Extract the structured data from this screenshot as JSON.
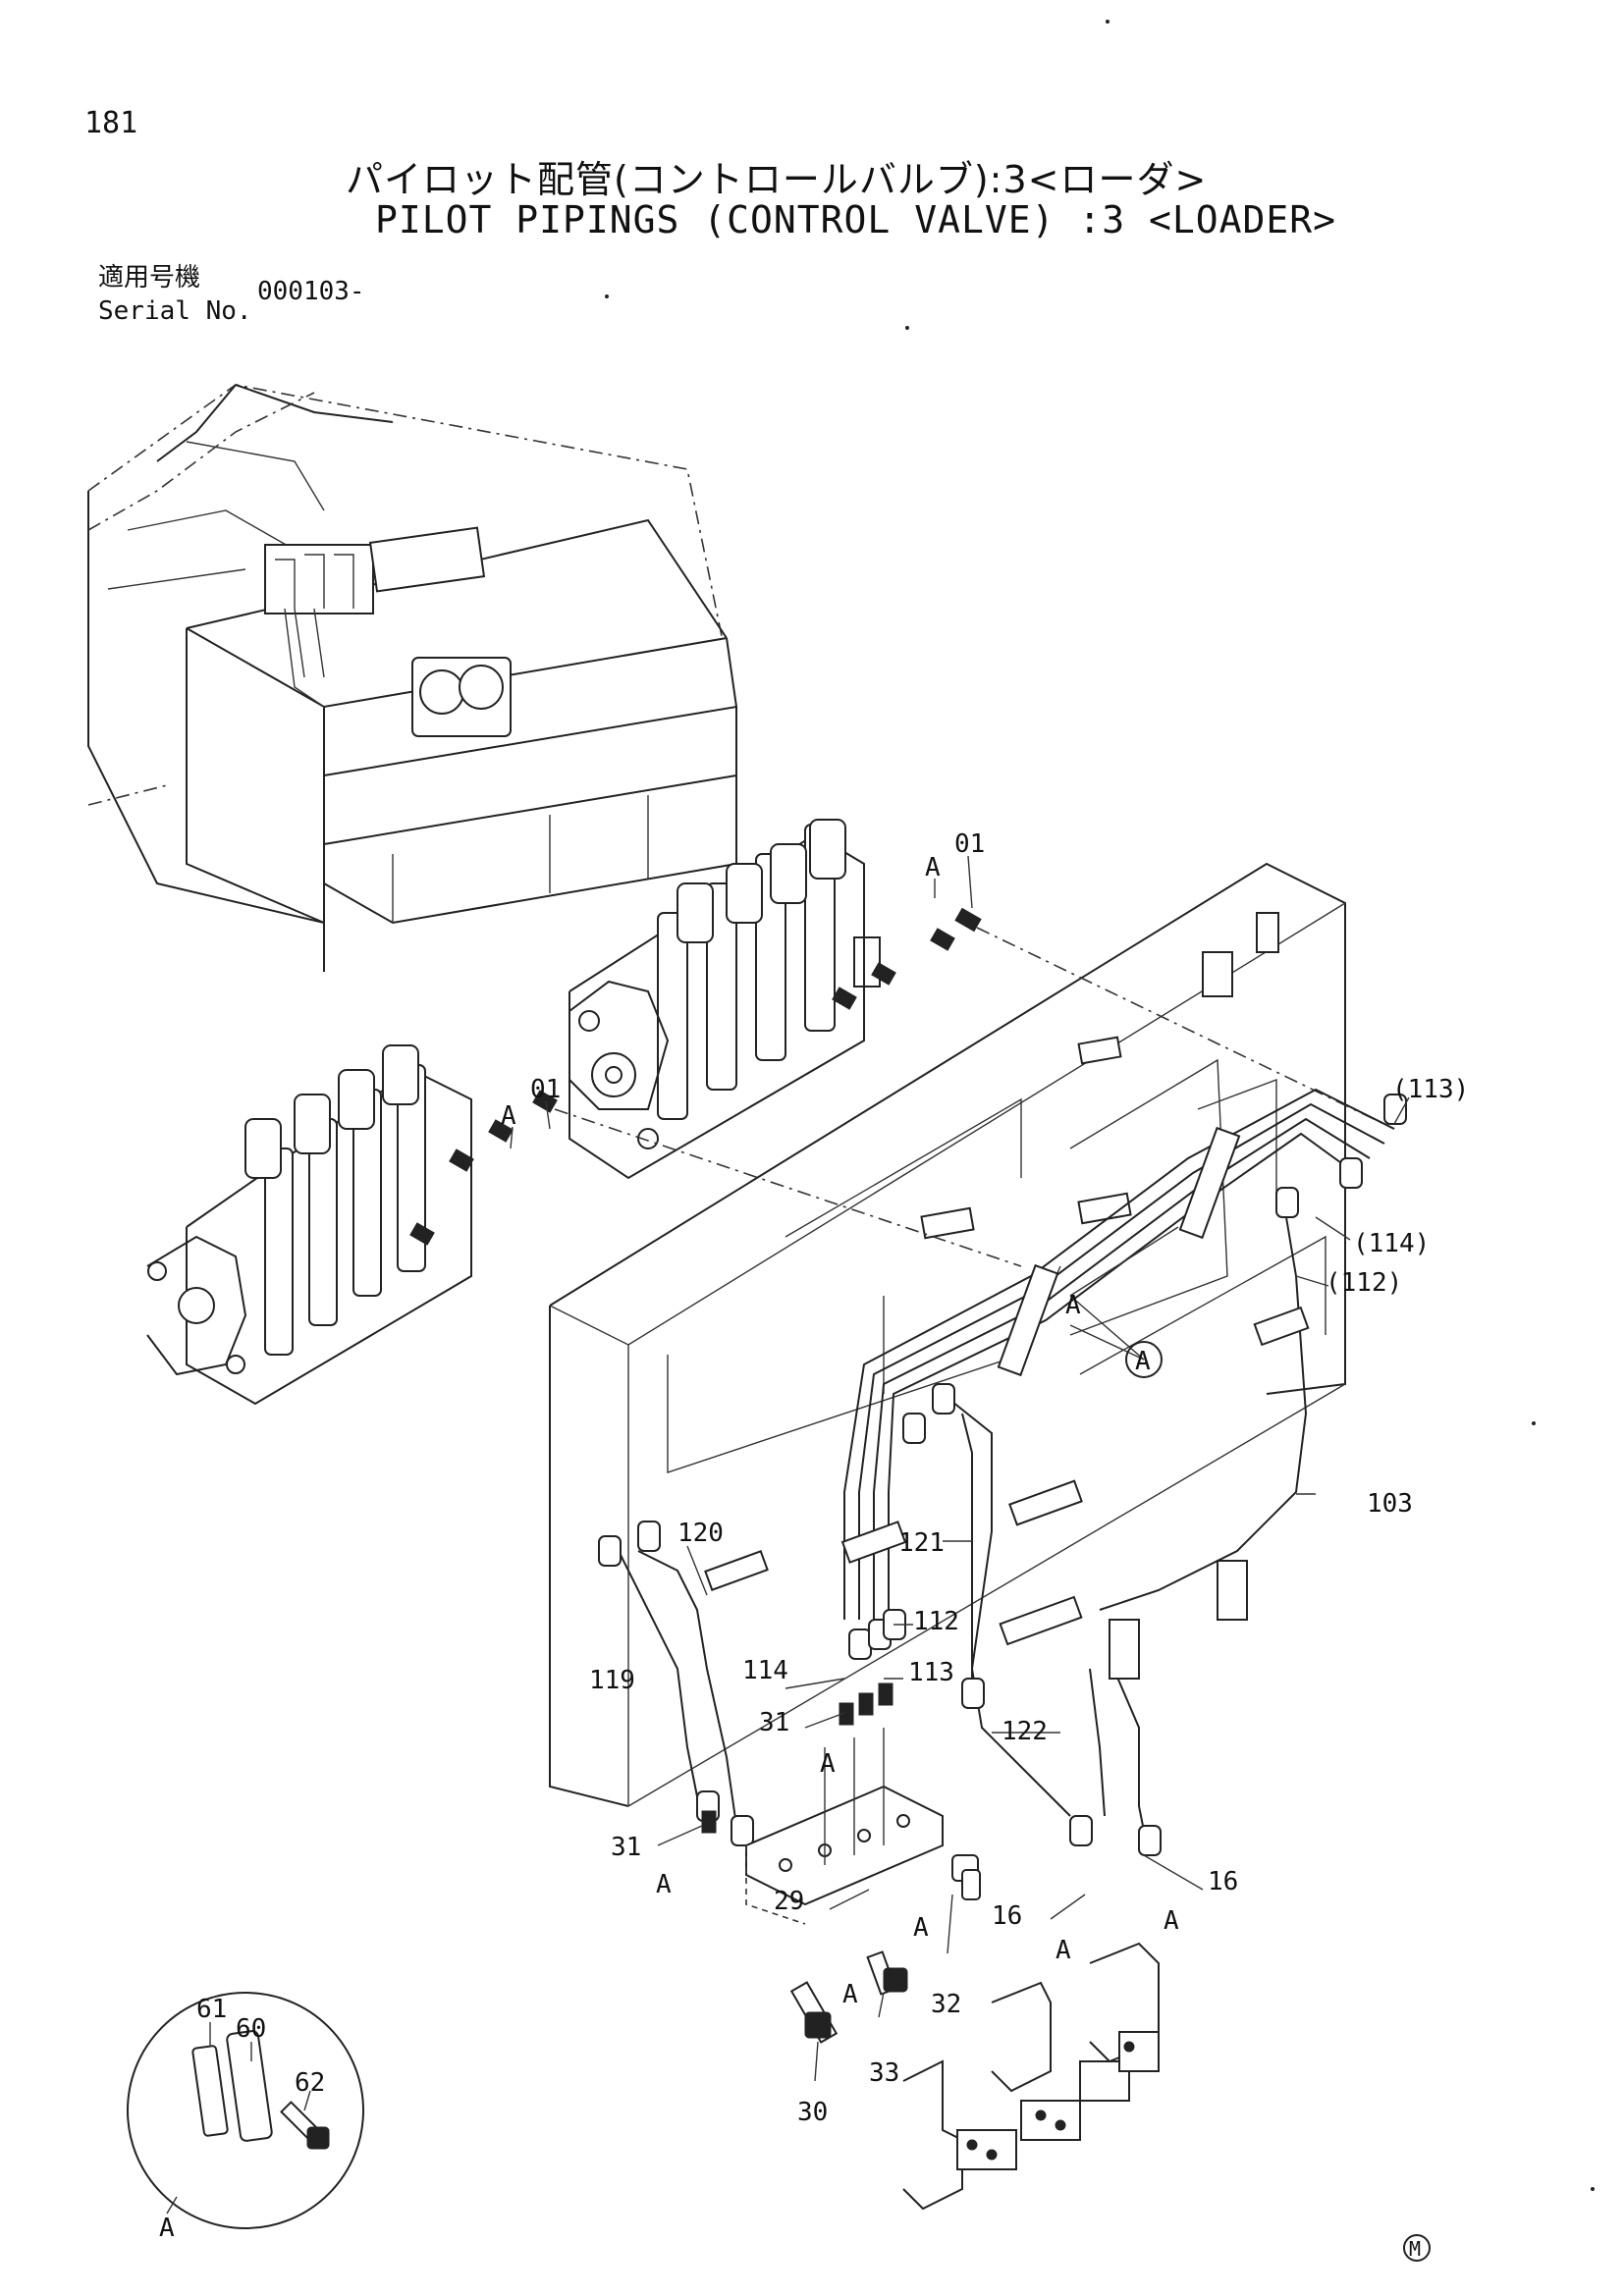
{
  "page": {
    "number": "181"
  },
  "title": {
    "ja": "パイロット配管(コントロールバルブ):3<ローダ>",
    "en": "PILOT PIPINGS (CONTROL VALVE) :3 <LOADER>"
  },
  "serial": {
    "label_ja": "適用号機",
    "label_en": "Serial No.",
    "value": "000103-"
  },
  "detail_view": {
    "label": "A",
    "callouts": [
      "61",
      "60",
      "62"
    ]
  },
  "view_marker": "A",
  "callouts": [
    "01",
    "A",
    "01",
    "A",
    "(113)",
    "(114)",
    "(112)",
    "A",
    "103",
    "120",
    "121",
    "112",
    "119",
    "114",
    "113",
    "31",
    "A",
    "122",
    "31",
    "A",
    "29",
    "A",
    "16",
    "A",
    "16",
    "A",
    "32",
    "A",
    "33",
    "30"
  ],
  "copyright_mark": "M"
}
